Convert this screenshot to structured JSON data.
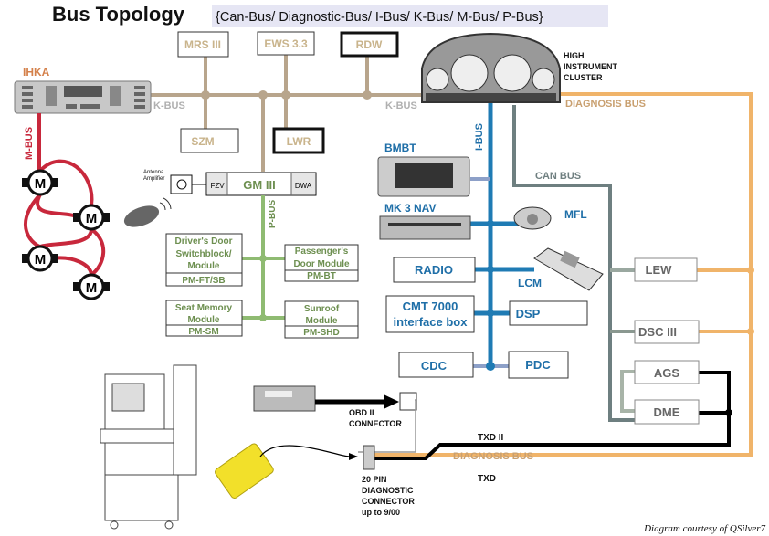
{
  "title": "Bus Topology",
  "subtitle": "{Can-Bus/ Diagnostic-Bus/ I-Bus/ K-Bus/ M-Bus/ P-Bus}",
  "colors": {
    "k_bus": "#b8a58c",
    "m_bus": "#c8283c",
    "i_bus": "#1f7bb4",
    "p_bus": "#8fbb72",
    "can_bus": "#6e7f80",
    "diagnosis_bus": "#f0b46a",
    "txd": "#000000",
    "k_text": "#c9b48c",
    "p_text": "#6d8f50",
    "i_text": "#1f6fa8",
    "can_text": "#6f7f80"
  },
  "bus_labels": {
    "k_bus_1": "K-BUS",
    "k_bus_2": "K-BUS",
    "m_bus": "M-BUS",
    "i_bus": "I-BUS",
    "p_bus": "P-BUS",
    "can_bus": "CAN BUS",
    "diagnosis_bus_1": "DIAGNOSIS BUS",
    "diagnosis_bus_2": "DIAGNOSIS BUS",
    "txd_ii": "TXD II",
    "txd": "TXD"
  },
  "k_modules": {
    "mrs": "MRS III",
    "ews": "EWS 3.3",
    "rdw": "RDW",
    "szm": "SZM",
    "lwr": "LWR",
    "ihka": "IHKA"
  },
  "cluster": [
    "HIGH",
    "INSTRUMENT",
    "CLUSTER"
  ],
  "motor_label": "M",
  "gm": {
    "fzv": "FZV",
    "main": "GM III",
    "dwa": "DWA",
    "antenna": [
      "Antenna",
      "Amplifier"
    ]
  },
  "p_modules": {
    "driver": [
      "Driver's Door",
      "Switchblock/",
      "Module",
      "PM-FT/SB"
    ],
    "passenger": [
      "Passenger's",
      "Door Module",
      "PM-BT"
    ],
    "seat": [
      "Seat Memory",
      "Module",
      "PM-SM"
    ],
    "sunroof": [
      "Sunroof",
      "Module",
      "PM-SHD"
    ]
  },
  "i_modules": {
    "bmbt": "BMBT",
    "nav": "MK 3 NAV",
    "mfl": "MFL",
    "radio": "RADIO",
    "cmt": [
      "CMT 7000",
      "interface box"
    ],
    "lcm": "LCM",
    "dsp": "DSP",
    "cdc": "CDC",
    "pdc": "PDC"
  },
  "can_modules": {
    "lew": "LEW",
    "dsc": "DSC III",
    "ags": "AGS",
    "dme": "DME"
  },
  "connectors": {
    "obd": [
      "OBD II",
      "CONNECTOR"
    ],
    "pin20": [
      "20 PIN",
      "DIAGNOSTIC",
      "CONNECTOR",
      "up to 9/00"
    ]
  },
  "credit": "Diagram courtesy of QSilver7"
}
